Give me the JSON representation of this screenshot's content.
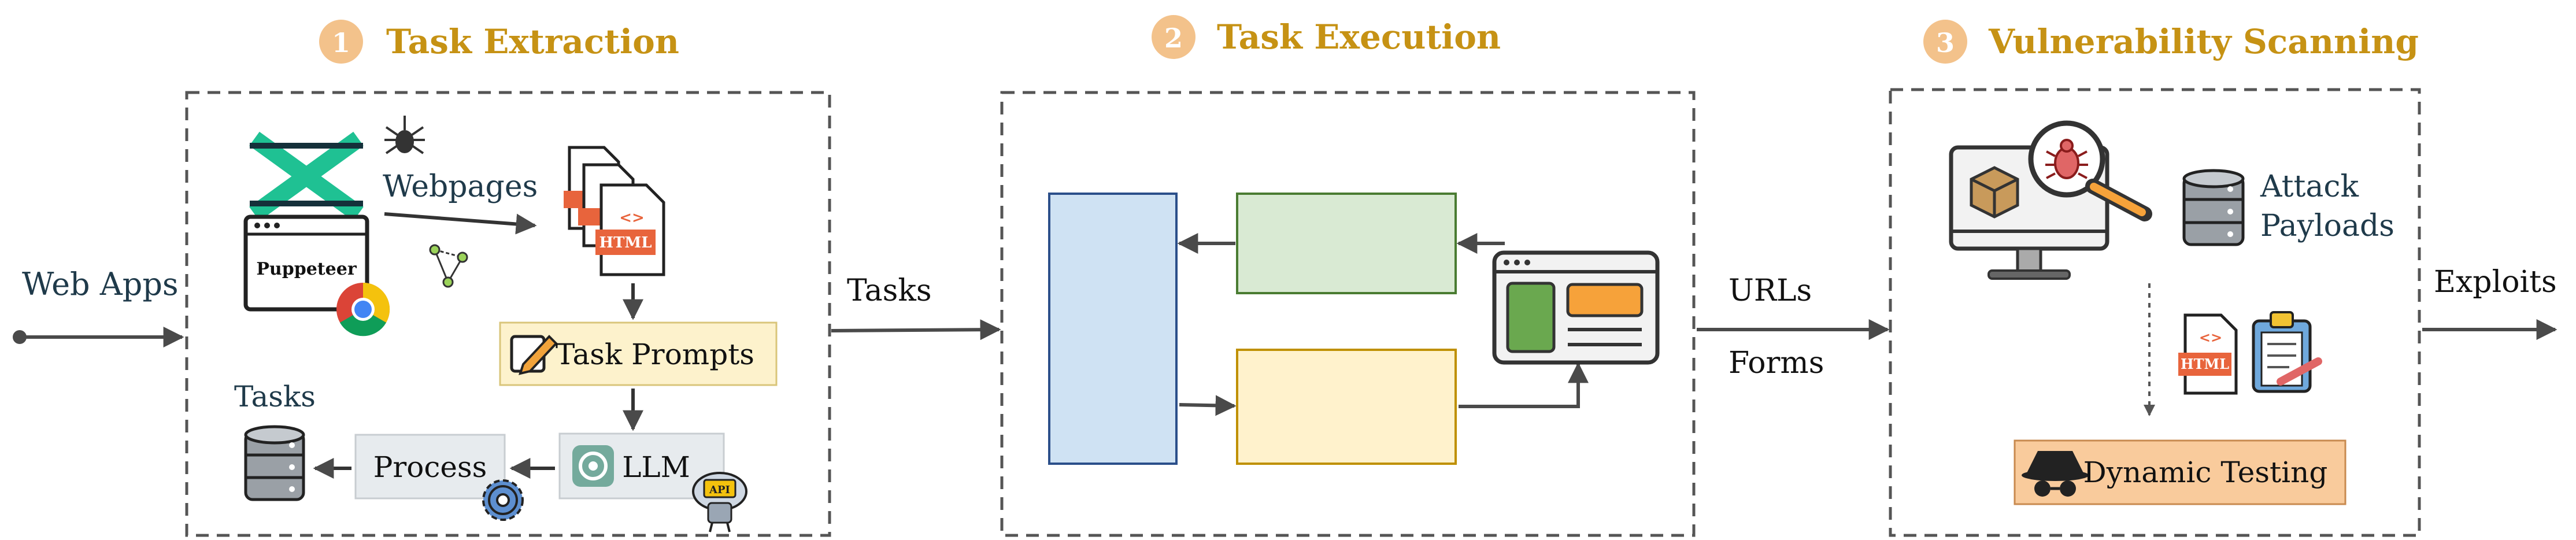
{
  "sections": [
    {
      "number": "1",
      "title": "Task Extraction"
    },
    {
      "number": "2",
      "title": "Task Execution"
    },
    {
      "number": "3",
      "title": "Vulnerability Scanning"
    }
  ],
  "colors": {
    "title_gold": "#c69214",
    "number_circle": "#f3c28b",
    "arrow": "#4a4a4a",
    "dashed_border": "#555555",
    "puppeteer_green": "#1fc193",
    "html_orange": "#e8643c",
    "task_prompts_fill": "#fdf2cc",
    "process_fill": "#e7ebee",
    "exec_blue_fill": "#cfe2f3",
    "exec_blue_border": "#2b4f8a",
    "exec_green_fill": "#d9ead3",
    "exec_green_border": "#4a7c32",
    "exec_yellow_fill": "#fff2cc",
    "exec_yellow_border": "#bf9000",
    "dynamic_fill": "#f9cb9c"
  },
  "flow": {
    "input_label": "Web Apps",
    "tasks_label": "Tasks",
    "urls_label": "URLs",
    "forms_label": "Forms",
    "output_label": "Exploits"
  },
  "extraction": {
    "puppeteer_label": "Puppeteer",
    "webpages_label": "Webpages",
    "html_badge": "HTML",
    "task_prompts_label": "Task Prompts",
    "llm_label": "LLM",
    "api_badge": "API",
    "process_label": "Process",
    "tasks_label": "Tasks"
  },
  "scanning": {
    "attack_payloads_line1": "Attack",
    "attack_payloads_line2": "Payloads",
    "html_badge": "HTML",
    "dynamic_testing_label": "Dynamic Testing"
  },
  "icons": [
    "puppeteer-logo-icon",
    "spider-icon",
    "chrome-icon",
    "graph-icon",
    "html-file-stack-icon",
    "pencil-icon",
    "openai-icon",
    "robot-api-icon",
    "database-icon",
    "gear-icon",
    "browser-window-icon",
    "monitor-icon",
    "package-icon",
    "bug-magnifier-icon",
    "clipboard-icon",
    "spy-icon"
  ]
}
